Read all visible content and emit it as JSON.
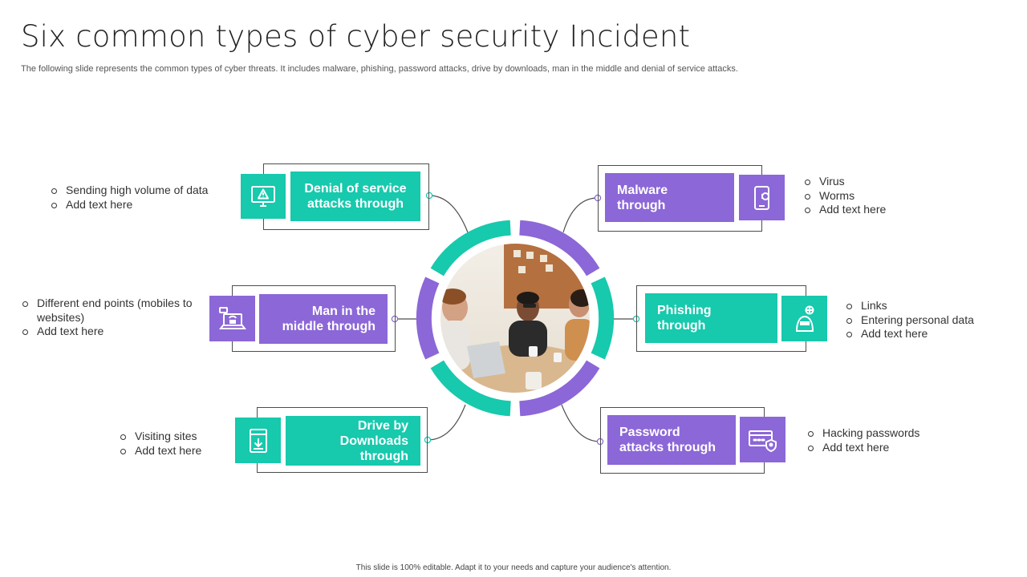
{
  "title": "Six common types of cyber security Incident",
  "subtitle": "The following slide represents the common types of cyber threats. It includes malware, phishing, password attacks, drive by downloads, man in the middle and denial of service attacks.",
  "footer": "This slide is 100% editable. Adapt it to your needs and capture your audience's attention.",
  "colors": {
    "teal": "#17c9ad",
    "purple": "#8c67d7"
  },
  "center_image": "meeting-photo",
  "items": [
    {
      "label": "Denial of service\nattacks through",
      "icon": "monitor-warning-icon",
      "bullets": [
        "Sending high volume of data",
        "Add text here"
      ]
    },
    {
      "label": "Malware\nthrough",
      "icon": "mobile-bug-icon",
      "bullets": [
        "Virus",
        "Worms",
        "Add text here"
      ]
    },
    {
      "label": "Man in the\nmiddle through",
      "icon": "laptop-hacker-icon",
      "bullets": [
        "Different end points (mobiles to websites)",
        "Add text here"
      ]
    },
    {
      "label": "Phishing\nthrough",
      "icon": "hacker-globe-icon",
      "bullets": [
        "Links",
        "Entering personal data",
        "Add text here"
      ]
    },
    {
      "label": "Drive by\nDownloads through",
      "icon": "download-icon",
      "bullets": [
        "Visiting sites",
        "Add text here"
      ]
    },
    {
      "label": "Password\nattacks through",
      "icon": "password-shield-icon",
      "bullets": [
        "Hacking passwords",
        "Add text here"
      ]
    }
  ]
}
